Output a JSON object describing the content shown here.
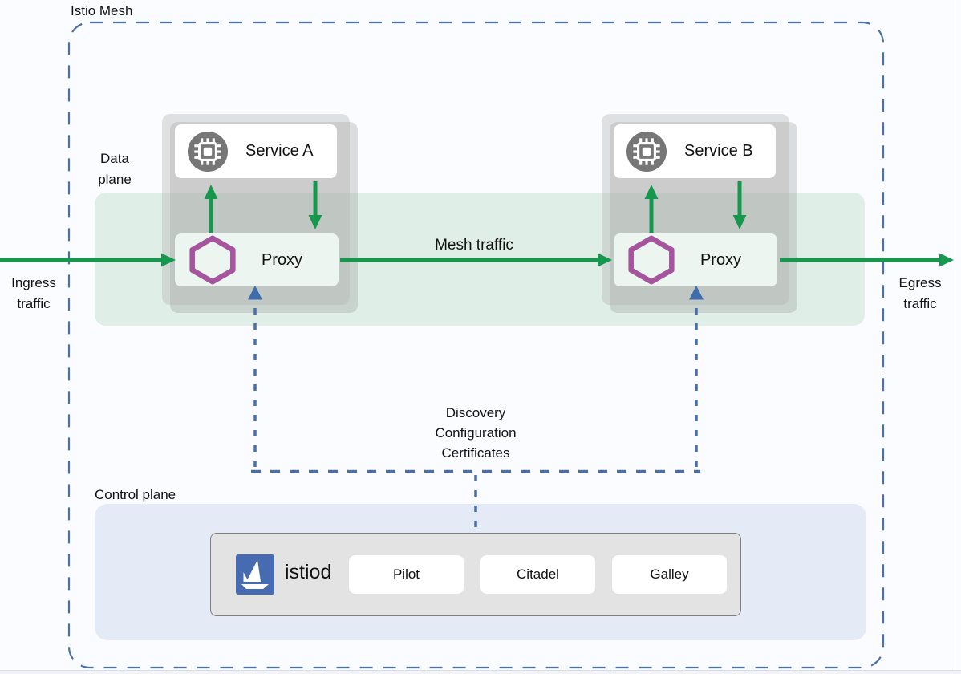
{
  "diagram": {
    "title": "Istio Mesh",
    "labels": {
      "data_plane": "Data plane",
      "control_plane": "Control plane",
      "ingress": "Ingress traffic",
      "egress": "Egress traffic",
      "mesh_traffic": "Mesh traffic"
    },
    "connector_lines": [
      "Discovery",
      "Configuration",
      "Certificates"
    ],
    "pods": [
      {
        "service": "Service A",
        "proxy": "Proxy"
      },
      {
        "service": "Service B",
        "proxy": "Proxy"
      }
    ],
    "control": {
      "istiod": "istiod",
      "components": [
        "Pilot",
        "Citadel",
        "Galley"
      ]
    },
    "icons": {
      "service": "microchip-icon",
      "proxy": "hexagon-outline-icon",
      "istiod": "istio-sailboat-icon"
    },
    "colors": {
      "arrow_green": "#17974d",
      "dash_blue": "#4a6fa8",
      "arrowhead_blue": "#3f6cac",
      "proxy_purple": "#a6549e",
      "mesh_band": "#dfeee6",
      "proxy_fill": "#edf5f0",
      "pod_gray": "#e2e2e2",
      "control_plane_fill": "#e4eaf6",
      "istiod_fill": "#e3e3e3",
      "istio_blue": "#466bb0",
      "chip_gray": "#767676",
      "mesh_border": "#4c70a8"
    }
  }
}
